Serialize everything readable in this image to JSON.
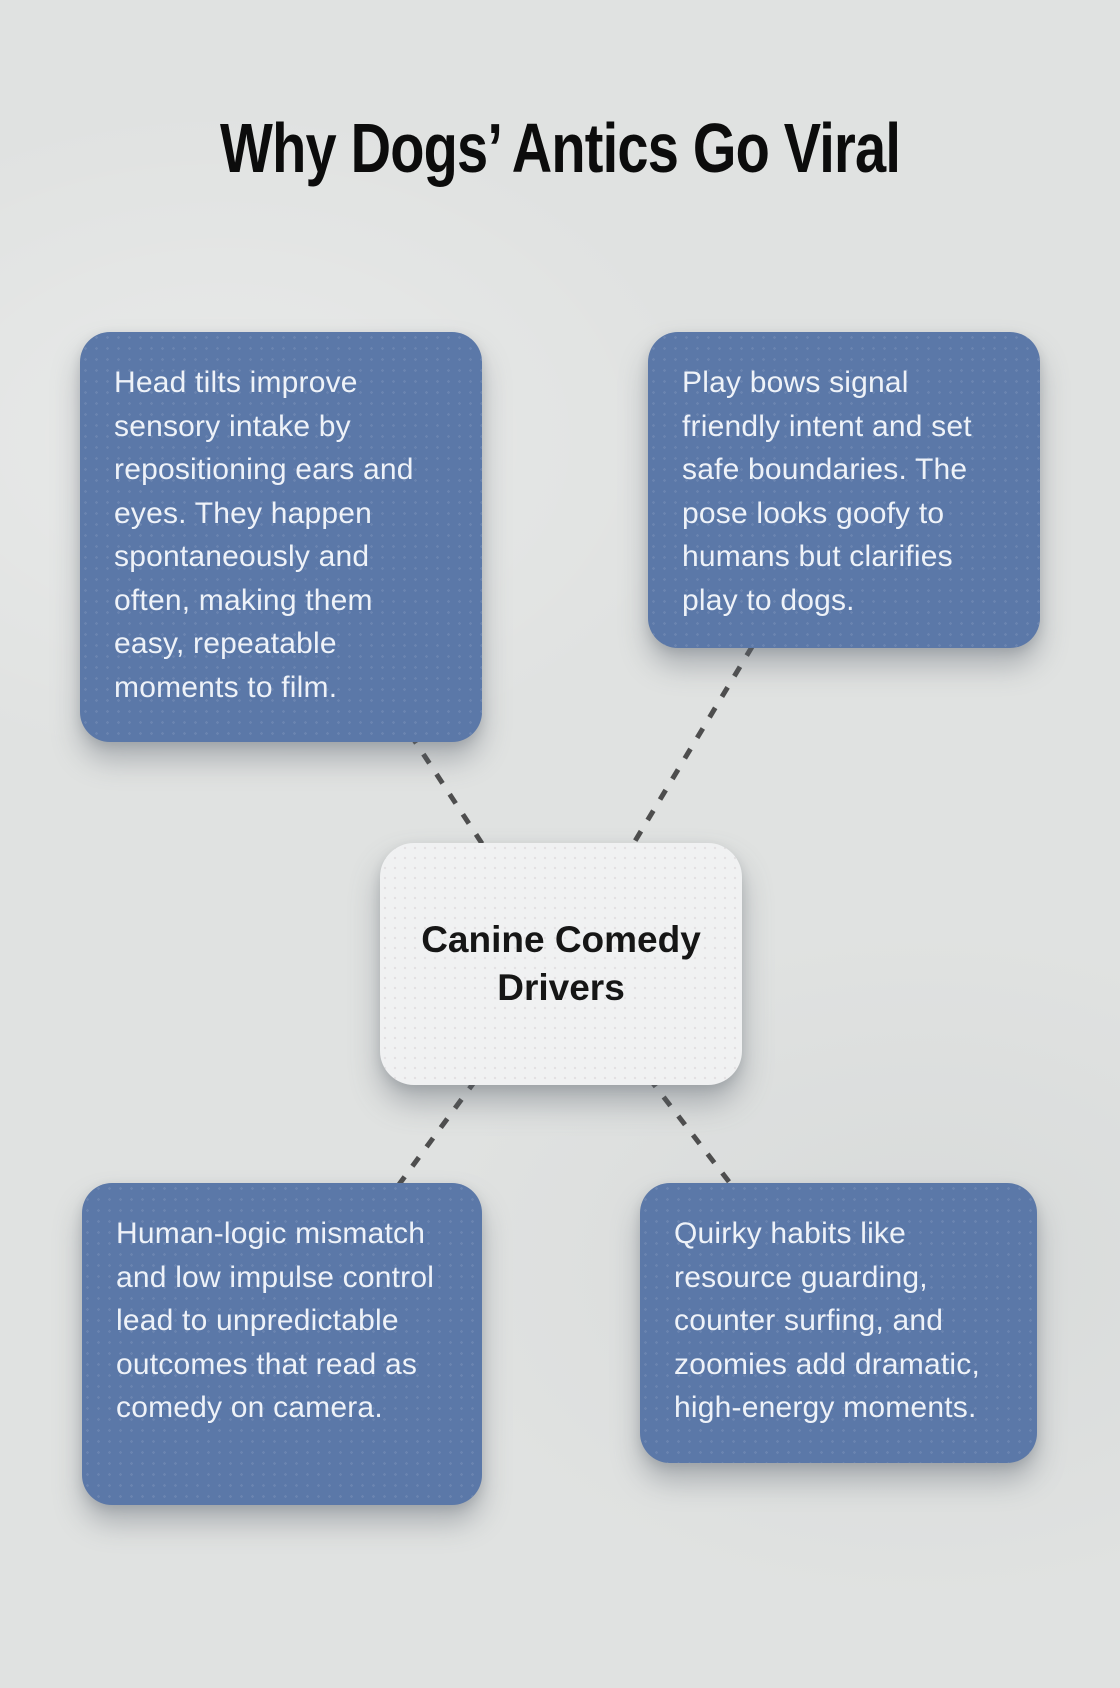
{
  "title": "Why Dogs’ Antics Go Viral",
  "center": {
    "label": "Canine Comedy Drivers"
  },
  "nodes": [
    {
      "id": "head-tilts",
      "text": "Head tilts improve sensory intake by repositioning ears and eyes. They happen spontaneously and often, making them easy, repeatable moments to film."
    },
    {
      "id": "play-bows",
      "text": "Play bows signal friendly intent and set safe boundaries. The pose looks goofy to humans but clarifies play to dogs."
    },
    {
      "id": "human-logic",
      "text": "Human-logic mismatch and low impulse control lead to unpredictable outcomes that read as comedy on camera."
    },
    {
      "id": "quirky-habits",
      "text": "Quirky habits like resource guarding, counter surfing, and zoomies add dramatic, high-energy moments."
    }
  ],
  "colors": {
    "background": "#e0e2e1",
    "node_fill": "#5b78a8",
    "node_text": "#eef2f8",
    "center_fill": "#f0f1f2",
    "center_text": "#161616",
    "connector": "#4e4e4e",
    "title_text": "#0c0c0c"
  }
}
